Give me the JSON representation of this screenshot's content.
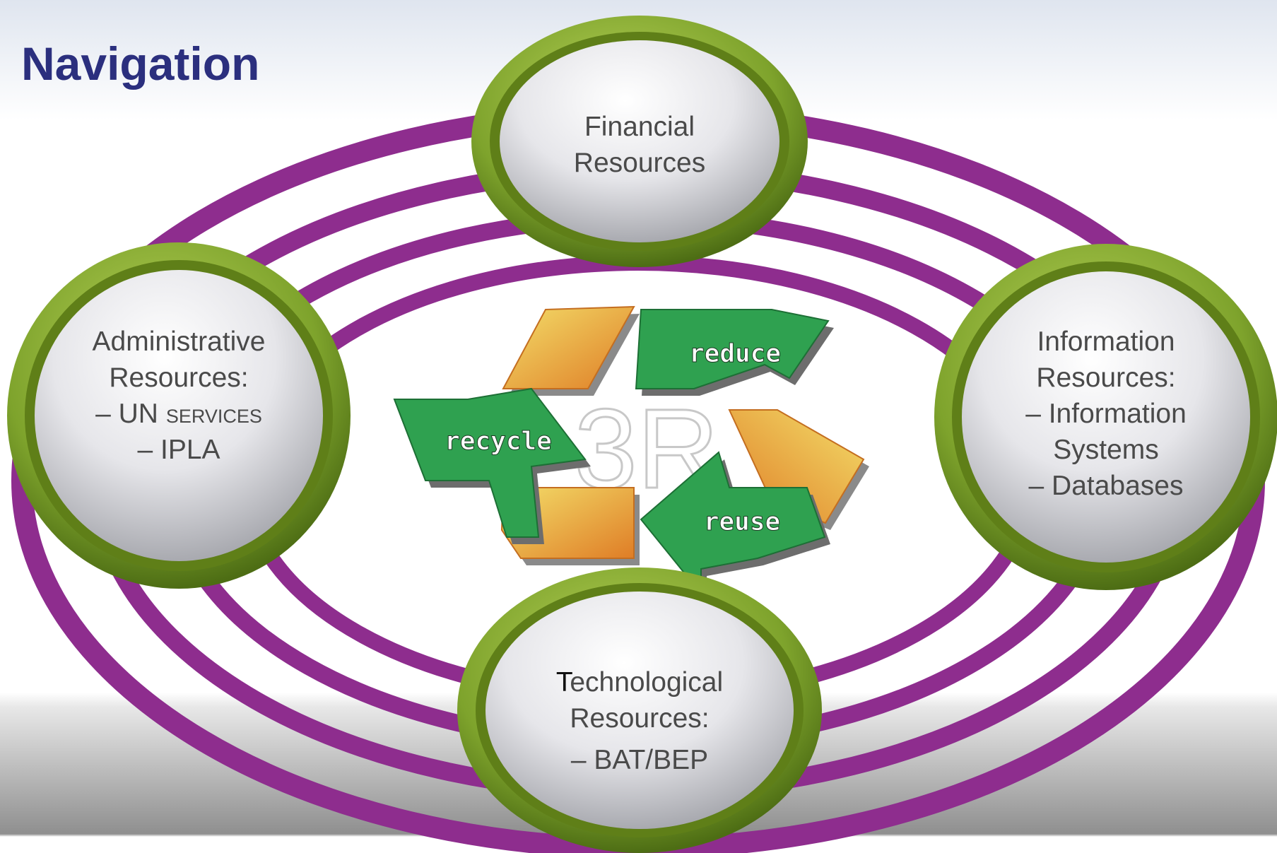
{
  "title": "Navigation",
  "center": {
    "logo_text": "3R",
    "labels": {
      "reduce": "reduce",
      "recycle": "recycle",
      "reuse": "reuse"
    }
  },
  "nodes": {
    "financial": {
      "line1": "Financial",
      "line2": "Resources"
    },
    "administrative": {
      "line1": "Administrative",
      "line2": "Resources:",
      "item1_prefix": "– UN ",
      "item1_sc": "services",
      "item2": "– IPLA"
    },
    "information": {
      "line1": "Information",
      "line2": "Resources:",
      "item1": "– Information",
      "item1b": "Systems",
      "item2": "– Databases"
    },
    "technological": {
      "first_letter": "T",
      "line1_rest": "echnological",
      "line2": "Resources:",
      "item1": "– BAT/BEP"
    }
  },
  "colors": {
    "title": "#2b2f7e",
    "ring": "#8e2d8e",
    "node_frame": "#7ea32c",
    "node_inner": "#dfdfe3",
    "arrow_green": "#2fa150",
    "arrow_orange": "#e08a2a"
  }
}
